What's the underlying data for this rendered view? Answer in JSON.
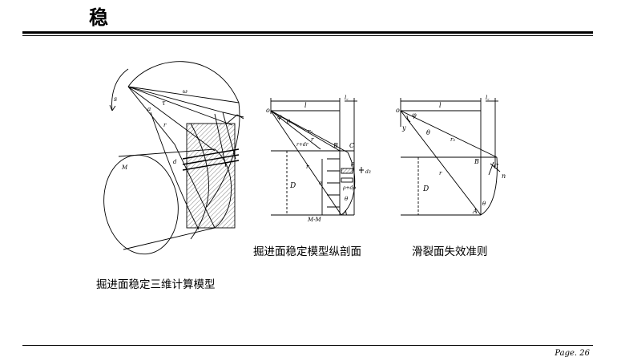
{
  "title": "稳",
  "page_number": "Page.  26",
  "figures": {
    "three_d": {
      "caption": "掘进面稳定三维计算模型",
      "labels": {
        "m": "M",
        "s": "s",
        "t": "τ",
        "d": "d",
        "w": "ω",
        "a": "a",
        "r": "r"
      }
    },
    "longitudinal": {
      "caption": "掘进面稳定模型纵剖面",
      "labels": {
        "o": "o",
        "phi": "φ",
        "theta": "θ",
        "r0": "r₀",
        "r": "r",
        "rdr": "r+dr",
        "l": "l",
        "lc": "l꜀",
        "b": "B",
        "c": "C",
        "a": "A",
        "d": "D",
        "mm": "M-M",
        "rho": "ρ",
        "dz": "dz",
        "rhodrho": "ρ+dρ",
        "theta2": "θ",
        "sigma": "σ"
      }
    },
    "slip": {
      "caption": "滑裂面失效准则",
      "labels": {
        "o": "o",
        "y": "y",
        "phi": "φ",
        "theta": "θ",
        "l": "l",
        "lc": "l꜀",
        "r0": "r₀",
        "r": "r",
        "b": "B",
        "c": "C",
        "a": "A",
        "d": "D",
        "n": "n",
        "theta2": "θ"
      }
    }
  }
}
